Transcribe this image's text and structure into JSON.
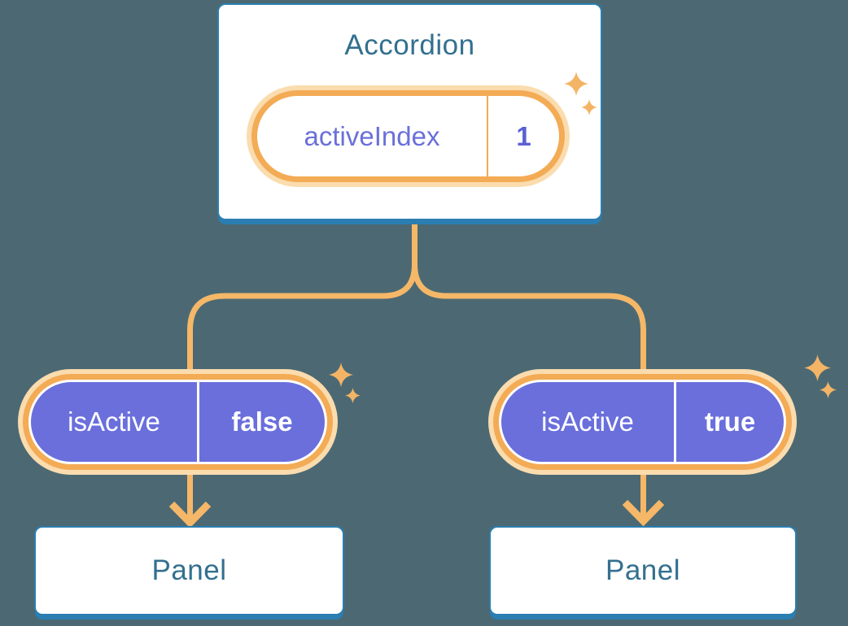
{
  "diagram": {
    "description": "Component tree diagram: Accordion holds activeIndex state and passes isActive props down to two Panel children",
    "background_color": "#4c6973",
    "colors": {
      "card_border_blue": "#2a7eb1",
      "heading_blue": "#33708f",
      "connector_orange": "#f5b768",
      "pill_ring_orange": "#f3ab55",
      "pill_glow_pale": "#fbdcae",
      "pill_purple": "#6a6fdc",
      "state_label_purple": "#6a70d9",
      "state_value_purple": "#5a61d2",
      "sparkle_orange": "#f4b466"
    }
  },
  "accordion": {
    "title": "Accordion",
    "pill": {
      "label": "activeIndex",
      "value": "1"
    }
  },
  "branches": [
    {
      "pill": {
        "label": "isActive",
        "value": "false"
      },
      "panel": {
        "title": "Panel"
      }
    },
    {
      "pill": {
        "label": "isActive",
        "value": "true"
      },
      "panel": {
        "title": "Panel"
      }
    }
  ]
}
